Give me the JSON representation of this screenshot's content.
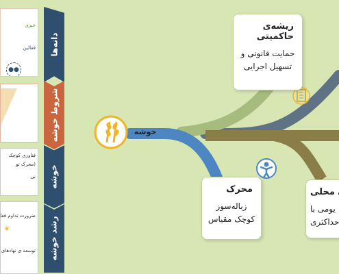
{
  "left_tabs": [
    {
      "label": "دانه‌ها",
      "color": "#2e4f6e"
    },
    {
      "label": "شروط خوشه",
      "color": "#c9653f"
    },
    {
      "label": "خوشه",
      "color": "#2e4f6e"
    },
    {
      "label": "رشد خوشه",
      "color": "#2e4f6e"
    }
  ],
  "left_cards": {
    "card1_lines": [
      "خبری",
      "فعالین"
    ],
    "card3_lines": [
      "فناوری کوچک",
      "(محرک تو",
      "نی"
    ],
    "card4_lines": [
      "ضرورت تداوم فعا",
      "توسعه ی نهادهای ا"
    ]
  },
  "center_label": "خوشه",
  "boxes": {
    "governance": {
      "title": "ریشه‌ی حاکمیتی",
      "body": [
        "حمایت قانونی و",
        "تسهیل اجرایی"
      ]
    },
    "driver": {
      "title": "محرک",
      "body": [
        "زباله‌سوز",
        "کوچک مقیاس"
      ]
    },
    "local": {
      "title": "ن محلی",
      "body": [
        "یومی با",
        "ه حداکثری"
      ]
    }
  },
  "colors": {
    "background": "#d8e6b4",
    "branch_blue": "#4e86c2",
    "branch_olive": "#8b7d48",
    "branch_green": "#a6bb7e",
    "branch_slate": "#5f7384",
    "wheat_orange": "#f0b428"
  },
  "icons": [
    "wheat-icon",
    "building-icon",
    "child-icon",
    "people-icon"
  ]
}
